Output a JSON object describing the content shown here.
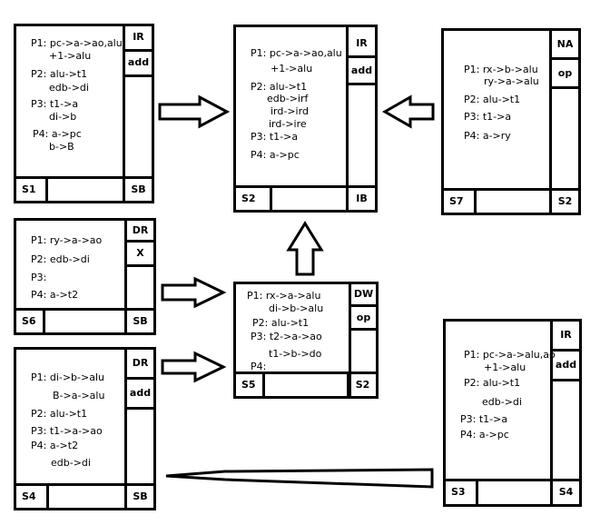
{
  "cards": [
    {
      "id": "s1",
      "footer_left": "S1",
      "footer_right": "SB",
      "side_tags": [
        "IR",
        "add"
      ],
      "lines": [
        "P1: pc->a->ao,alu",
        "+1->alu",
        "P2: alu->t1",
        "edb->di",
        "P3: t1->a",
        "di->b",
        "P4: a->pc",
        "b->B"
      ]
    },
    {
      "id": "s2",
      "footer_left": "S2",
      "footer_right": "IB",
      "side_tags": [
        "IR",
        "add"
      ],
      "lines": [
        "P1: pc->a->ao,alu",
        "+1->alu",
        "P2: alu->t1",
        "edb->irf",
        "ird->ird",
        "ird->ire",
        "P3: t1->a",
        "P4: a->pc"
      ]
    },
    {
      "id": "s7",
      "footer_left": "S7",
      "footer_right": "S2",
      "side_tags": [
        "NA",
        "op"
      ],
      "lines": [
        "P1: rx->b->alu",
        "ry->a->alu",
        "P2: alu->t1",
        "P3: t1->a",
        "P4: a->ry"
      ]
    },
    {
      "id": "s6",
      "footer_left": "S6",
      "footer_right": "SB",
      "side_tags": [
        "DR",
        "X"
      ],
      "lines": [
        "P1: ry->a->ao",
        "P2: edb->di",
        "P3:",
        "P4: a->t2"
      ]
    },
    {
      "id": "s5",
      "footer_left": "S5",
      "footer_right": "S2",
      "side_tags": [
        "DW",
        "op"
      ],
      "lines": [
        "P1: rx->a->alu",
        "di->b->alu",
        "P2: alu->t1",
        "P3: t2->a->ao",
        "t1->b->do",
        "P4:"
      ]
    },
    {
      "id": "s4",
      "footer_left": "S4",
      "footer_right": "SB",
      "side_tags": [
        "DR",
        "add"
      ],
      "lines": [
        "P1: di->b->alu",
        "B->a->alu",
        "P2: alu->t1",
        "P3: t1->a->ao",
        "P4: a->t2",
        "edb->di"
      ]
    },
    {
      "id": "s3",
      "footer_left": "S3",
      "footer_right": "S4",
      "side_tags": [
        "IR",
        "add"
      ],
      "lines": [
        "P1: pc->a->alu,ao",
        "+1->alu",
        "P2: alu->t1",
        "edb->di",
        "P3: t1->a",
        "P4: a->pc"
      ]
    }
  ]
}
